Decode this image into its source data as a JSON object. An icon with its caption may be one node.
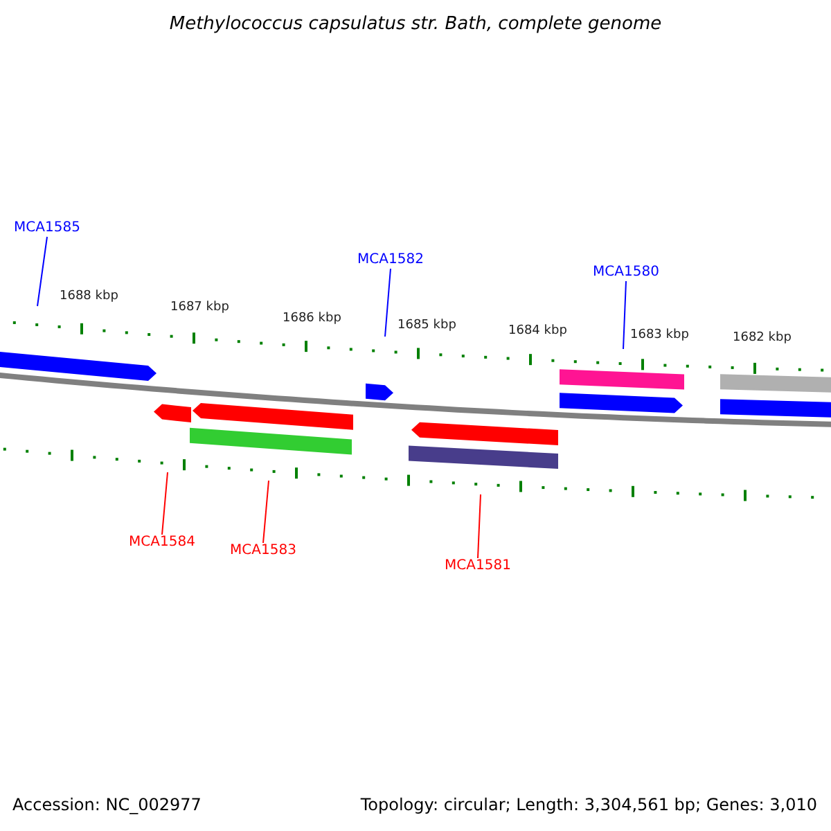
{
  "diagram": {
    "title": "Methylococcus capsulatus str. Bath, complete genome",
    "nodes": [
      {
        "text": [
          "MCA1585"
        ]
      },
      {
        "text": [
          "MCA1582"
        ]
      },
      {
        "text": [
          "MCA1580"
        ]
      },
      {
        "text": [
          "MCA1584"
        ]
      },
      {
        "text": [
          "MCA1583"
        ]
      },
      {
        "text": [
          "MCA1581"
        ]
      }
    ],
    "edges": [
      {
        "from": 0,
        "to": null,
        "arrow": "none"
      },
      {
        "from": 1,
        "to": null,
        "arrow": "none"
      },
      {
        "from": 2,
        "to": null,
        "arrow": "none"
      },
      {
        "from": 3,
        "to": null,
        "arrow": "none",
        "color": "#ff0000"
      },
      {
        "from": 4,
        "to": null,
        "arrow": "none",
        "color": "#ff0000"
      },
      {
        "from": 5,
        "to": null,
        "arrow": "none",
        "color": "#ff0000"
      }
    ],
    "labels": [
      "1688 kbp",
      "1687 kbp",
      "1686 kbp",
      "1685 kbp",
      "1684 kbp",
      "1683 kbp",
      "1682 kbp",
      "Accession: NC_002977",
      "Topology: circular; Length: 3,304,561 bp; Genes: 3,010"
    ]
  }
}
